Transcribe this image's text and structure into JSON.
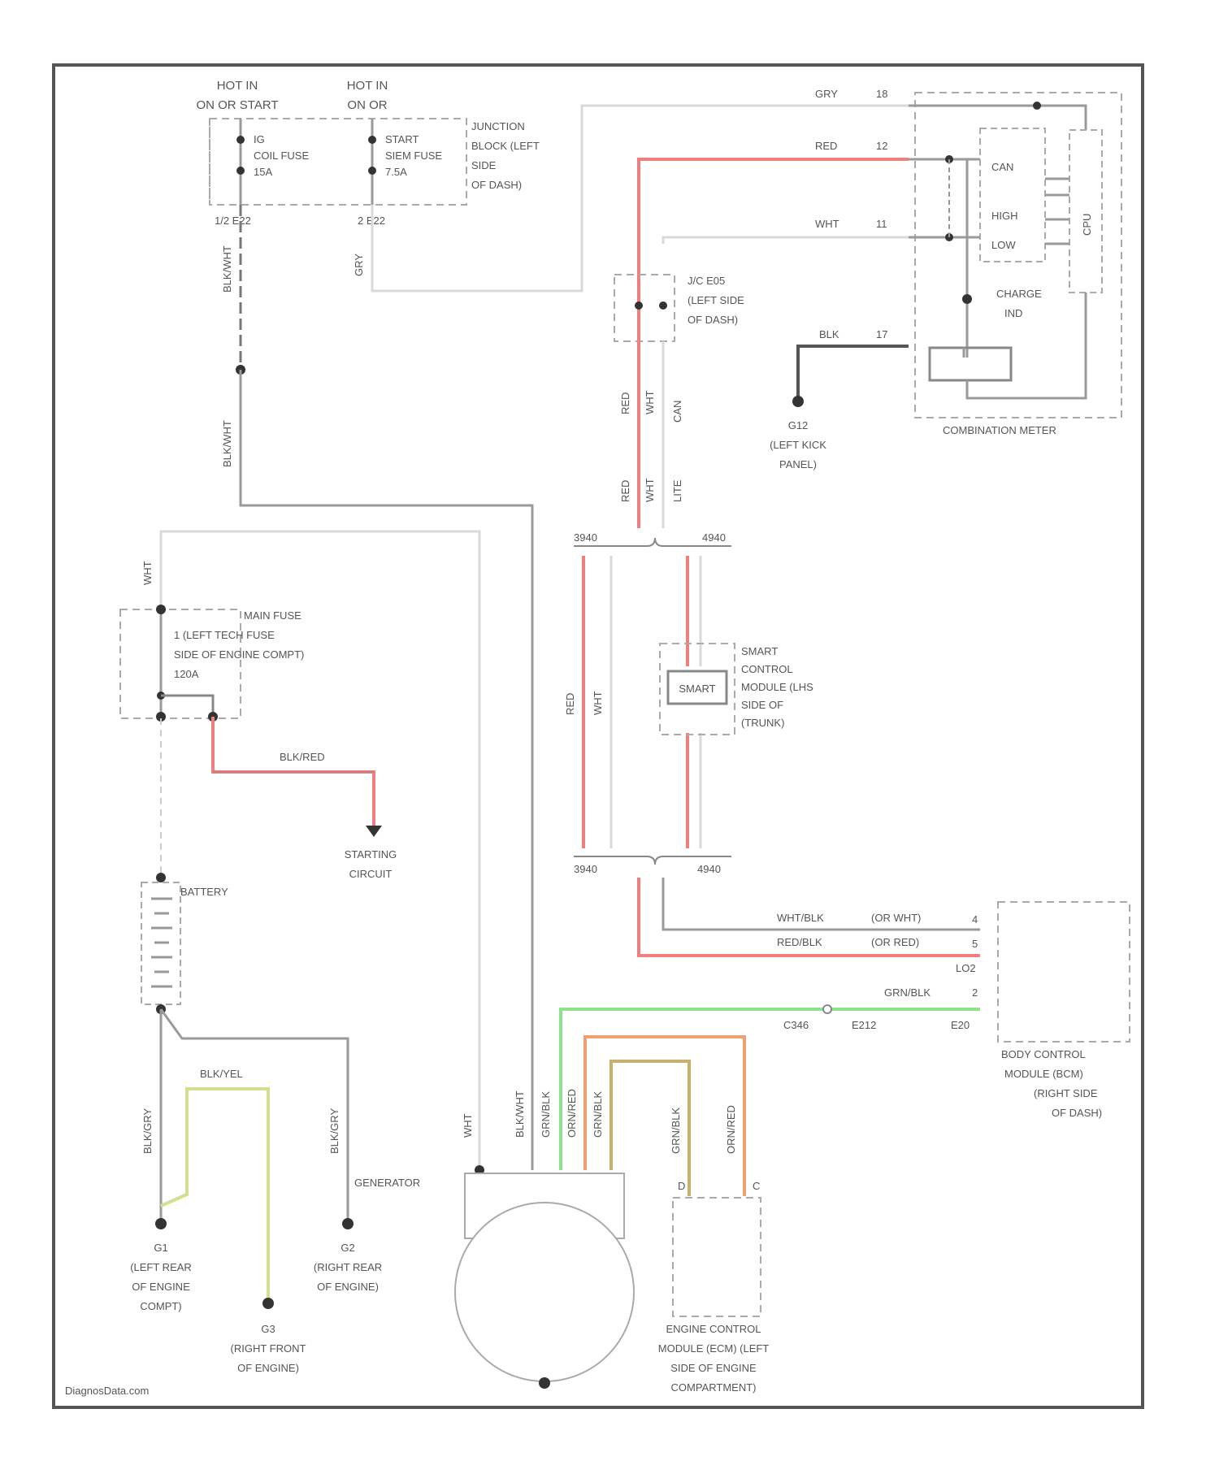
{
  "fuses": {
    "hot1": [
      "HOT IN",
      "ON OR START"
    ],
    "hot2": [
      "HOT IN",
      "ON OR"
    ],
    "f1": [
      "IG",
      "COIL FUSE",
      "15A"
    ],
    "f2": [
      "START",
      "SIEM FUSE",
      "7.5A"
    ],
    "jb": [
      "JUNCTION",
      "BLOCK (LEFT",
      "SIDE",
      "OF DASH)"
    ],
    "pin1": "1/2 E22",
    "pin2": "2 E22"
  },
  "jc": {
    "name": [
      "J/C E05",
      "(LEFT SIDE",
      "OF DASH)"
    ]
  },
  "meter": {
    "name": "COMBINATION METER",
    "pins": [
      {
        "color": "GRY",
        "num": "18"
      },
      {
        "color": "RED",
        "num": "12"
      },
      {
        "color": "WHT",
        "num": "11"
      },
      {
        "color": "BLK",
        "num": "17"
      }
    ],
    "can": "CAN",
    "high": "HIGH",
    "low": "LOW",
    "cpu": "CPU",
    "charge": [
      "CHARGE",
      "IND"
    ]
  },
  "ground_g12": [
    "G12",
    "(LEFT KICK",
    "PANEL)"
  ],
  "mainfuse": {
    "wire": "WHT",
    "name": [
      "MAIN FUSE",
      "1 (LEFT TECH FUSE",
      "SIDE OF ENGINE COMPT)",
      "120A"
    ],
    "wire2": "BLK/RED"
  },
  "starting": [
    "STARTING",
    "CIRCUIT"
  ],
  "battery": "BATTERY",
  "wires_left": {
    "blk_wht1": "BLK/WHT",
    "blk_wht2": "BLK/WHT",
    "gry": "GRY",
    "blk_gry1": "BLK/GRY",
    "blk_yel": "BLK/YEL",
    "blk_gry2": "BLK/GRY",
    "wht_gen": "WHT"
  },
  "splice": {
    "left_top": "3940",
    "right_top": "4940",
    "left_bot": "3940",
    "right_bot": "4940",
    "red": "RED",
    "wht": "WHT",
    "red2": "RED",
    "wht2": "WHT",
    "lite": "LITE",
    "can": "CAN"
  },
  "smart": {
    "inner": "SMART",
    "name": [
      "SMART",
      "CONTROL",
      "MODULE (LHS",
      "SIDE OF",
      "(TRUNK)"
    ]
  },
  "bcm": {
    "w1": "WHT/BLK",
    "w1b": "(OR WHT)",
    "w2": "RED/BLK",
    "w2b": "(OR RED)",
    "w3": "GRN/BLK",
    "pinA": "4",
    "pinB": "5",
    "pinC": "LO2",
    "pinD": "2",
    "c1": "C346",
    "c2": "E212",
    "c3": "E20",
    "name": [
      "BODY CONTROL",
      "MODULE (BCM)",
      "(RIGHT SIDE",
      "OF DASH)"
    ]
  },
  "gen": {
    "label": "GENERATOR",
    "wires": [
      "BLK/WHT",
      "GRN/BLK",
      "ORN/RED",
      "GRN/BLK"
    ],
    "wires2": [
      "GRN/BLK",
      "ORN/RED"
    ]
  },
  "ecm": {
    "name": [
      "ENGINE CONTROL",
      "MODULE (ECM) (LEFT",
      "SIDE OF ENGINE",
      "COMPARTMENT)"
    ],
    "pin1": "D",
    "pin2": "C"
  },
  "grounds": {
    "g1": [
      "G1",
      "(LEFT REAR",
      "OF ENGINE",
      "COMPT)"
    ],
    "g2": [
      "G2",
      "(RIGHT REAR",
      "OF ENGINE)"
    ],
    "g3": [
      "G3",
      "(RIGHT FRONT",
      "OF ENGINE)"
    ]
  },
  "watermark": "DiagnosData.com",
  "colors": {
    "red": "#f08080",
    "green": "#8fe08f",
    "orange": "#f0a070",
    "olive": "#c8b070",
    "yellowgreen": "#d0e090",
    "gray": "#9a9a9a",
    "black": "#333333"
  }
}
